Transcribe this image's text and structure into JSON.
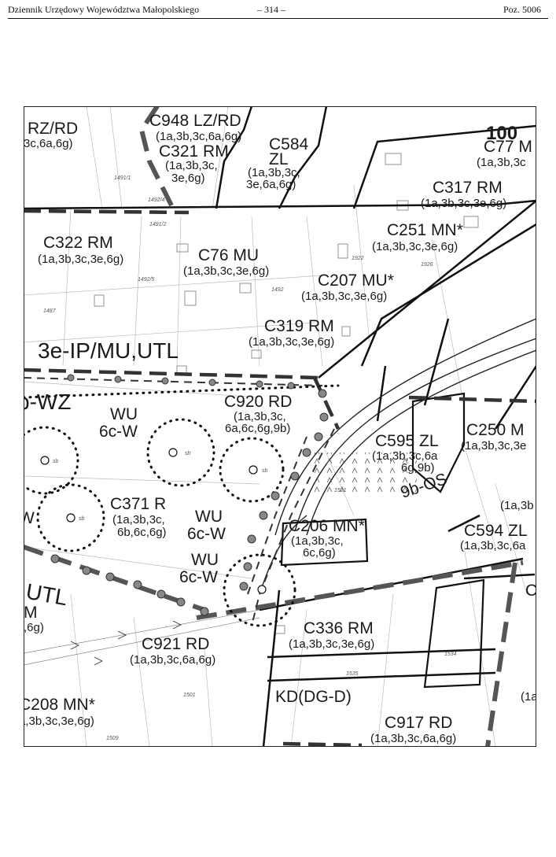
{
  "header": {
    "left": "Dziennik Urzędowy Województwa Małopolskiego",
    "center": "– 314 –",
    "right": "Poz. 5006"
  },
  "map": {
    "labels": [
      {
        "code": "RZ/RD",
        "codes": "3c,6a,6g)"
      },
      {
        "code": "C948 LZ/RD",
        "codes": "(1a,3b,3c,6a,6g)"
      },
      {
        "code": "C321 RM",
        "codes": "(1a,3b,3c,",
        "codes2": "3e,6g)"
      },
      {
        "code": "C584",
        "code2": "ZL",
        "codes": "(1a,3b,3c,",
        "codes2": "3e,6a,6g)"
      },
      {
        "code": "100"
      },
      {
        "code": "C77 M",
        "codes": "(1a,3b,3c"
      },
      {
        "code": "C317 RM",
        "codes": "(1a,3b,3c,3e,6g)"
      },
      {
        "code": "C322 RM",
        "codes": "(1a,3b,3c,3e,6g)"
      },
      {
        "code": "C251 MN*",
        "codes": "(1a,3b,3c,3e,6g)"
      },
      {
        "code": "C76 MU",
        "codes": "(1a,3b,3c,3e,6g)"
      },
      {
        "code": "C207 MU*",
        "codes": "(1a,3b,3c,3e,6g)"
      },
      {
        "code": "C319 RM",
        "codes": "(1a,3b,3c,3e,6g)"
      },
      {
        "code": "3e-IP/MU,UTL"
      },
      {
        "code": "b-WZ"
      },
      {
        "code": "WU",
        "code2": "6c-W"
      },
      {
        "code": "C920 RD",
        "codes": "(1a,3b,3c,",
        "codes2": "6a,6c,6g,9b)"
      },
      {
        "code": "C250 M",
        "codes": "(1a,3b,3c,3e"
      },
      {
        "code": "C595 ZL",
        "codes": "(1a,3b,3c,6a",
        "codes2": "6g,9b)"
      },
      {
        "code": "9b-OS"
      },
      {
        "code": "C371 R",
        "codes": "(1a,3b,3c,",
        "codes2": "6b,6c,6g)"
      },
      {
        "code": "WU",
        "code2": "6c-W"
      },
      {
        "code": "C206 MN*",
        "codes": "(1a,3b,3c,",
        "codes2": "6c,6g)"
      },
      {
        "code": "(1a,3b"
      },
      {
        "code": "C594 ZL",
        "codes": "(1a,3b,3c,6a"
      },
      {
        "code": "WU",
        "code2": "6c-W"
      },
      {
        "code": "W"
      },
      {
        "code": ",UTL"
      },
      {
        "code": "M",
        "codes": ",6g)"
      },
      {
        "code": "C921 RD",
        "codes": "(1a,3b,3c,6a,6g)"
      },
      {
        "code": "C336 RM",
        "codes": "(1a,3b,3c,3e,6g)"
      },
      {
        "code": "C"
      },
      {
        "code": "C208 MN*",
        "codes": "a,3b,3c,3e,6g)"
      },
      {
        "code": "KD(DG-D)"
      },
      {
        "code": "C917 RD",
        "codes": "(1a,3b,3c,6a,6g)"
      },
      {
        "code": "(1a"
      }
    ],
    "parcels": [
      "1491/1",
      "1492/4",
      "1491/2",
      "1492/5",
      "1487",
      "1492",
      "1922",
      "1926",
      "1521",
      "1534",
      "1535",
      "1501",
      "1509"
    ],
    "well_marker": "sb"
  }
}
